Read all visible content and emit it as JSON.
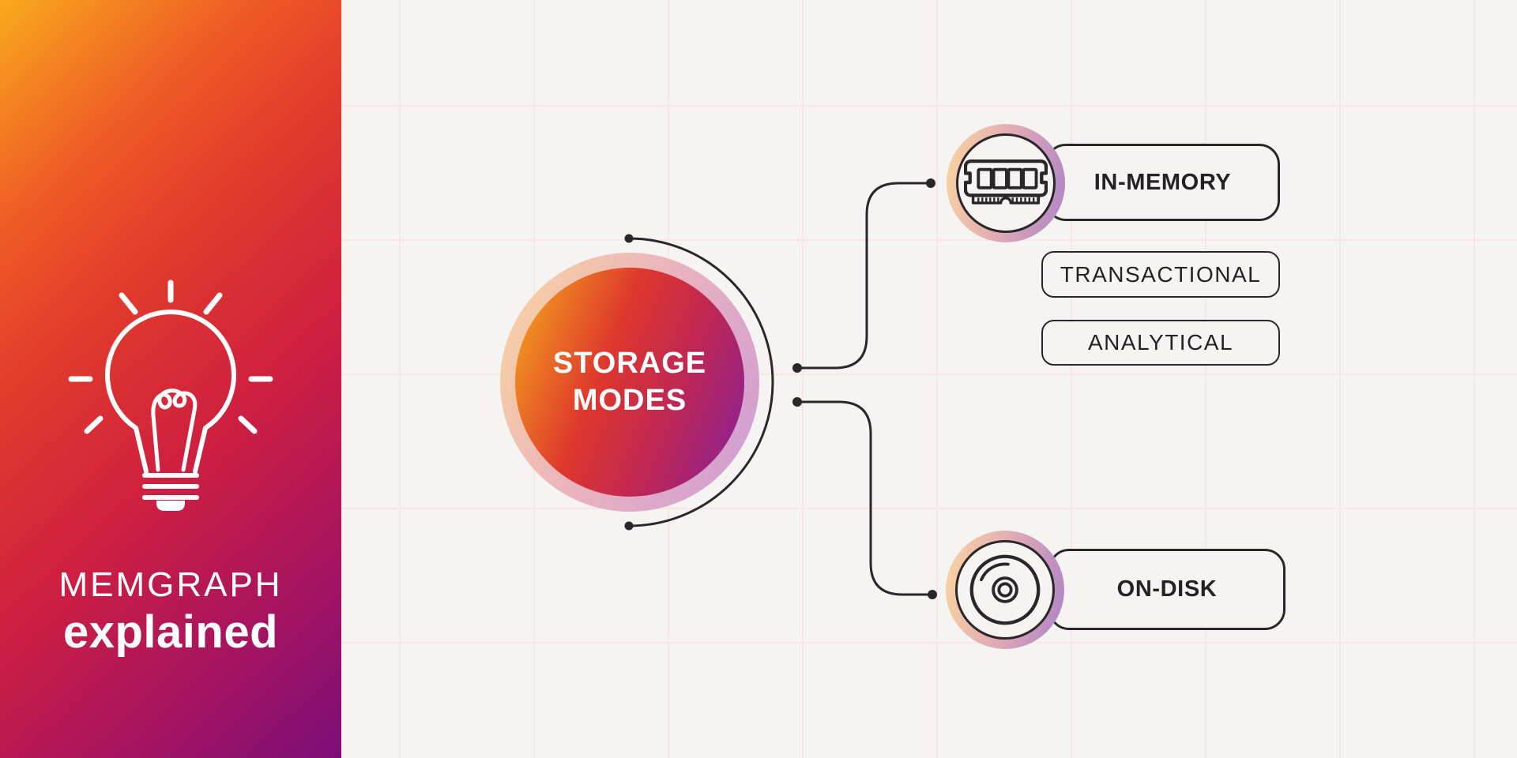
{
  "brand": {
    "title": "MEMGRAPH",
    "subtitle": "explained",
    "icon": "lightbulb-icon"
  },
  "center_node": {
    "line1": "STORAGE",
    "line2": "MODES"
  },
  "branches": {
    "in_memory": {
      "label": "IN-MEMORY",
      "icon": "ram-icon",
      "children": [
        "TRANSACTIONAL",
        "ANALYTICAL"
      ]
    },
    "on_disk": {
      "label": "ON-DISK",
      "icon": "disc-icon",
      "children": []
    }
  },
  "colors": {
    "sidebar_gradient_start": "#f9a91c",
    "sidebar_gradient_mid": "#d0203f",
    "sidebar_gradient_end": "#7a0e78",
    "center_gradient_start": "#f29b1e",
    "center_gradient_mid": "#de372d",
    "center_gradient_end": "#8e2190",
    "pastel_ring_start": "#f8d2a1",
    "pastel_ring_end": "#cf9dd4",
    "ink": "#2b2728",
    "text_dark": "#262223",
    "background": "#f6f4f3",
    "grid_line": "#f8e7e4",
    "text_light": "#ffffff"
  }
}
